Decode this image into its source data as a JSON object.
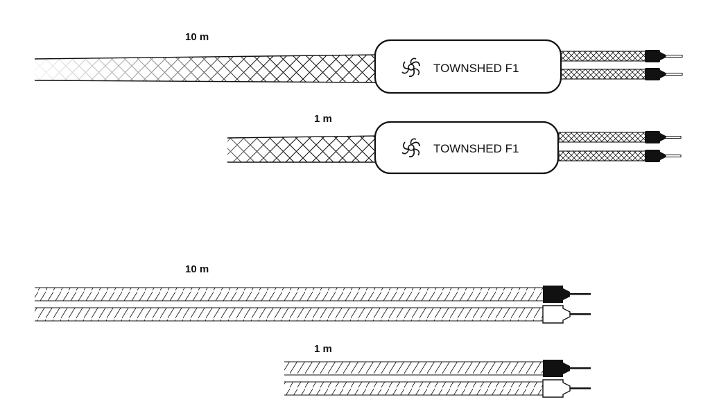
{
  "colors": {
    "stroke": "#111111",
    "plug_dark": "#111111",
    "plug_light": "#ffffff",
    "background": "#ffffff"
  },
  "cables": [
    {
      "id": "f1_long",
      "type": "braided_with_box",
      "length_label": "10 m",
      "brand": "TOWNSHED F1",
      "logo": "swirl-logo"
    },
    {
      "id": "f1_short",
      "type": "braided_with_box",
      "length_label": "1 m",
      "brand": "TOWNSHED F1",
      "logo": "swirl-logo"
    },
    {
      "id": "std_long",
      "type": "striped_pair",
      "length_label": "10 m"
    },
    {
      "id": "std_short",
      "type": "striped_pair",
      "length_label": "1 m"
    }
  ]
}
